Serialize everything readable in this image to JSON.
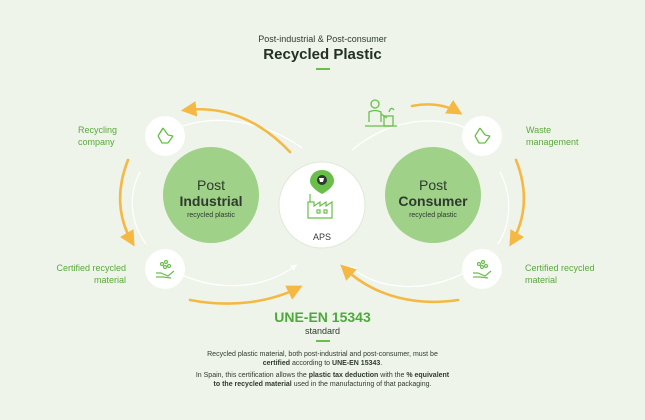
{
  "header": {
    "subtitle": "Post-industrial & Post-consumer",
    "title": "Recycled Plastic"
  },
  "nodes": {
    "recycling_company": {
      "line1": "Recycling",
      "line2": "company",
      "icon": "recycle-icon"
    },
    "waste_management": {
      "line1": "Waste",
      "line2": "management",
      "icon": "recycle-icon"
    },
    "certified_left": {
      "line1": "Certified recycled",
      "line2": "material",
      "icon": "hand-pellets-icon"
    },
    "certified_right": {
      "line1": "Certified recycled",
      "line2": "material",
      "icon": "hand-pellets-icon"
    },
    "person": {
      "icon": "person-recycling-icon"
    }
  },
  "post_industrial": {
    "line1": "Post",
    "line2": "Industrial",
    "line3": "recycled plastic"
  },
  "post_consumer": {
    "line1": "Post",
    "line2": "Consumer",
    "line3": "recycled plastic"
  },
  "aps": {
    "label": "APS",
    "icon": "factory-pin-icon"
  },
  "standard": {
    "code": "UNE-EN 15343",
    "label": "standard"
  },
  "text": {
    "p1_a": "Recycled plastic material, both post-industrial and post-consumer, must be",
    "p1_b_bold": "certified",
    "p1_b_rest": " according to ",
    "p1_b_bold2": "UNE-EN 15343",
    "p1_b_end": ".",
    "p2_a": "In Spain, this certification allows the ",
    "p2_a_bold": "plastic tax deduction",
    "p2_a_rest": " with the ",
    "p2_a_bold2": "% equivalent",
    "p2_b_bold": "to the recycled material",
    "p2_b_rest": " used in the manufacturing of that packaging."
  },
  "colors": {
    "background": "#eef4e9",
    "green": "#6abf4b",
    "big_circle": "#9fd189",
    "orange_arrow": "#f5b843",
    "label_green": "#5aa83d"
  }
}
